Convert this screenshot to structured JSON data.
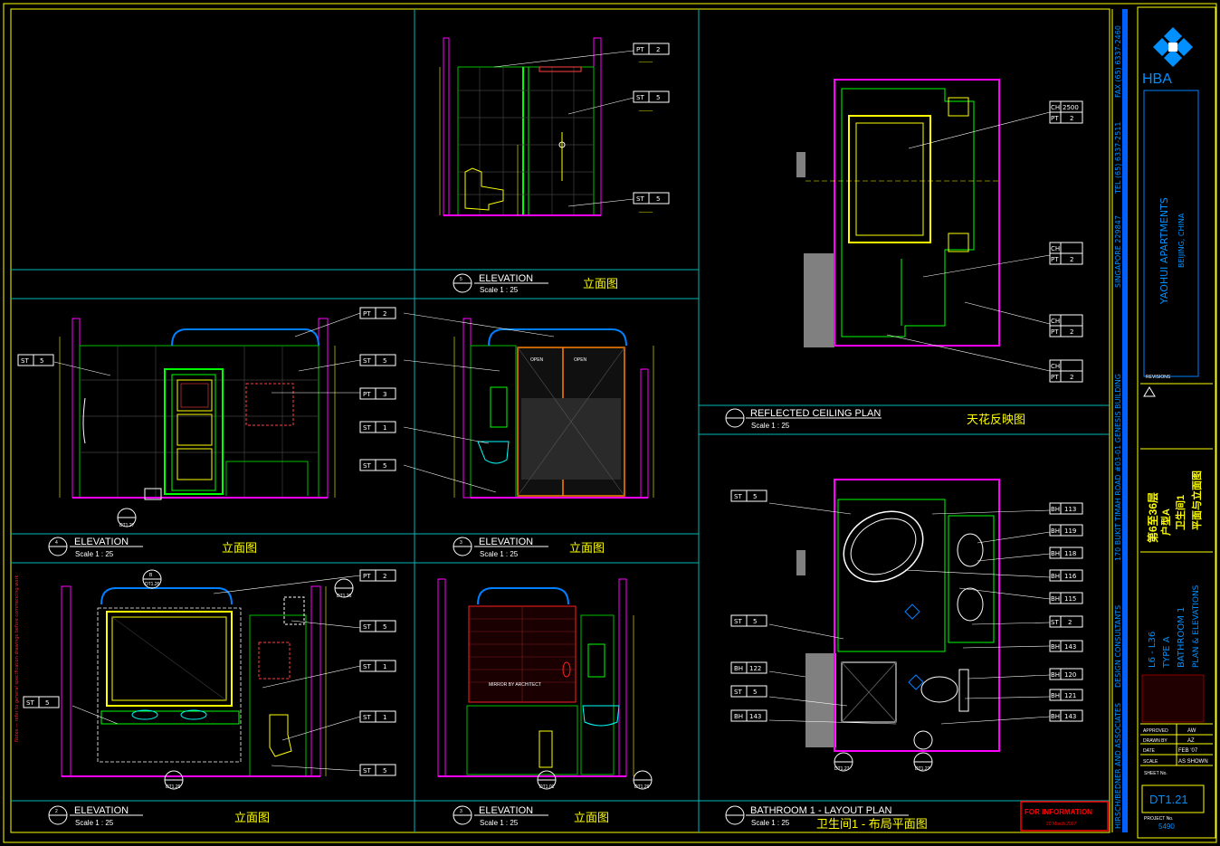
{
  "panels": {
    "elev_top": {
      "num": "5",
      "title": "ELEVATION",
      "scale": "Scale 1 : 25",
      "cn": "立面图"
    },
    "elev_mid_left": {
      "num": "4",
      "title": "ELEVATION",
      "scale": "Scale 1 : 25",
      "cn": "立面图"
    },
    "elev_mid_right": {
      "num": "3",
      "title": "ELEVATION",
      "scale": "Scale 1 : 25",
      "cn": "立面图"
    },
    "elev_bot_left": {
      "num": "2",
      "title": "ELEVATION",
      "scale": "Scale 1 : 25",
      "cn": "立面图"
    },
    "elev_bot_right": {
      "num": "3",
      "title": "ELEVATION",
      "scale": "Scale 1 : 25",
      "cn": "立面图"
    },
    "rcp": {
      "num": "",
      "title": "REFLECTED CEILING PLAN",
      "scale": "Scale 1 : 25",
      "cn": "天花反映图"
    },
    "layout": {
      "num": "",
      "title": "BATHROOM 1 - LAYOUT PLAN",
      "scale": "Scale 1 : 25",
      "cn": "卫生间1 - 布局平面图"
    }
  },
  "tags": {
    "pt2": "PT",
    "pt2n": "2",
    "st5": "ST",
    "st5n": "5",
    "pt3n": "3",
    "st1": "ST",
    "st1n": "1",
    "ch": "CH",
    "ch_val": "2500",
    "bh": "BH",
    "bh113": "113",
    "bh119": "119",
    "bh118": "118",
    "bh116": "116",
    "bh115": "115",
    "bh143": "143",
    "bh120": "120",
    "bh121": "121",
    "bh122": "122"
  },
  "refs": {
    "dt127": "DT1.27",
    "dt126": "DT1.26",
    "dt129": "DT1.29",
    "dt101": "DT1.01",
    "ref_b": "B"
  },
  "inner_labels": {
    "open": "OPEN",
    "mirror": "MIRROR BY ARCHITECT"
  },
  "title_block": {
    "logo": "HBA",
    "project": "YAOHUI APARTMENTS",
    "location": "BEIJING, CHINA",
    "address_vertical": "170 BUKIT TIMAH ROAD #03-01 GENESIS BUILDING",
    "tel": "TEL (65) 6337-2511",
    "fax": "FAX (65) 6337-2460",
    "singapore": "SINGAPORE 229847",
    "firm": "HIRSCH/BEDNER AND ASSOCIATES",
    "design": "DESIGN CONSULTANTS",
    "revisions": "REVISIONS",
    "cn_floors": "第6至36层",
    "cn_type": "户型A",
    "cn_bath": "卫生间1",
    "cn_title": "平面与立面图",
    "level": "L6 - L36",
    "type": "TYPE A",
    "bath": "BATHROOM 1",
    "plan": "PLAN & ELEVATIONS",
    "approved": "APPROVED",
    "approved_val": "AW",
    "drawn": "DRAWN BY",
    "drawn_val": "AZ",
    "date": "DATE",
    "date_val": "FEB '07",
    "scale": "SCALE",
    "scale_val": "AS SHOWN",
    "sheet_no_label": "SHEET No.",
    "sheet_no": "DT1.21",
    "project_no_label": "PROJECT No.",
    "project_no": "5490",
    "for_info": "FOR INFORMATION",
    "for_info_date": "20 March 2007"
  },
  "colors": {
    "frame": "#ffff00",
    "grid": "#00c0c0",
    "wall": "#ff00ff",
    "green": "#00ff00",
    "blue": "#0090ff",
    "red": "#ff0000"
  }
}
